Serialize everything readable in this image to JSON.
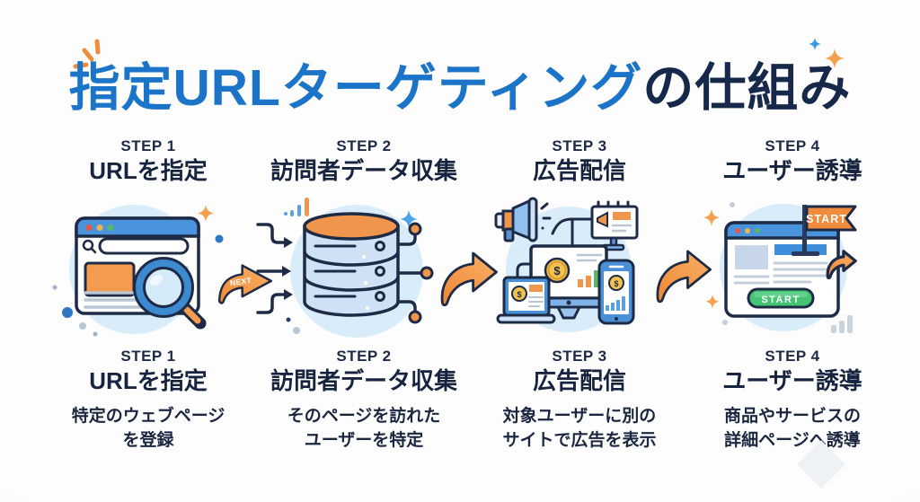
{
  "title": {
    "highlight": "指定URLターゲティング",
    "suffix": "の仕組み"
  },
  "flow_arrows": {
    "next_label": "NEXT"
  },
  "steps": [
    {
      "step_label": "STEP 1",
      "name": "URLを指定",
      "description": [
        "特定のウェブページ",
        "を登録"
      ]
    },
    {
      "step_label": "STEP 2",
      "name": "訪問者データ収集",
      "description": [
        "そのページを訪れた",
        "ユーザーを特定"
      ]
    },
    {
      "step_label": "STEP 3",
      "name": "広告配信",
      "description": [
        "対象ユーザーに別の",
        "サイトで広告を表示"
      ]
    },
    {
      "step_label": "STEP 4",
      "name": "ユーザー誘導",
      "description": [
        "商品やサービスの",
        "詳細ページへ誘導"
      ]
    }
  ],
  "step4_illustration": {
    "flag_label": "START",
    "button_label": "START"
  },
  "colors": {
    "title_blue": "#1b74c8",
    "navy_outline": "#1e2b47",
    "orange": "#f08c3c",
    "light_blue_circle": "#d9ecfa",
    "browser_bar_blue": "#4a94dd",
    "green_button": "#43c472",
    "coin_gold": "#f2c14e"
  }
}
